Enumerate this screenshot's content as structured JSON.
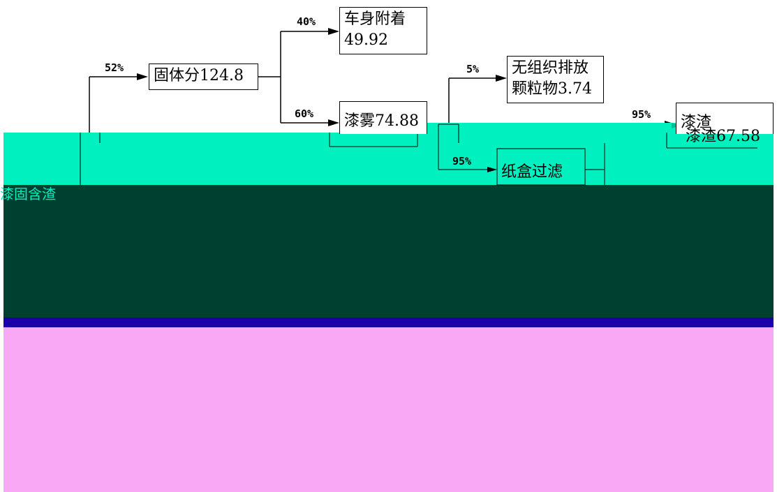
{
  "colors": {
    "band_teal": "#00f0c0",
    "band_dark": "#004030",
    "band_blue": "#1a00a8",
    "band_pink": "#f9a8f5",
    "line": "#000000",
    "arrow_teal": "#00c090"
  },
  "nodes": {
    "solids": "固体分124.8",
    "body_adhered_title": "车身附着",
    "body_adhered_value": "49.92",
    "paint_mist": "漆雾74.88",
    "fugitive_title": "无组织排放",
    "fugitive_value": "颗粒物3.74",
    "carton_filter": "纸盒过滤",
    "paint_residue": "漆渣67.58",
    "paint_residue_top": "漆渣"
  },
  "percents": {
    "p52": "52%",
    "p40": "40%",
    "p60": "60%",
    "p5": "5%",
    "p95_filter": "95%",
    "p95_residue": "95%"
  },
  "fragments": {
    "left_label": "漆固含渣"
  }
}
